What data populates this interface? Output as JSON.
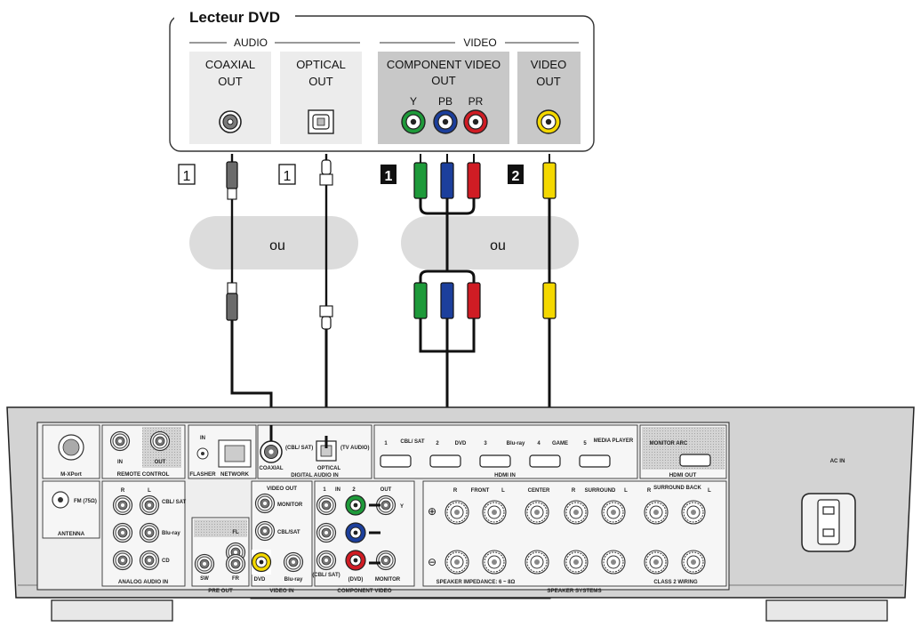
{
  "device": {
    "title": "Lecteur DVD",
    "audio_label": "AUDIO",
    "video_label": "VIDEO",
    "coaxial_line1": "COAXIAL",
    "coaxial_line2": "OUT",
    "optical_line1": "OPTICAL",
    "optical_line2": "OUT",
    "component_line1": "COMPONENT VIDEO",
    "component_line2": "OUT",
    "y_label": "Y",
    "pb_label": "PB",
    "pr_label": "PR",
    "video_line1": "VIDEO",
    "video_line2": "OUT"
  },
  "markers": {
    "coaxial": "1",
    "optical": "1",
    "component": "1",
    "composite": "2"
  },
  "or_label_1": "ou",
  "or_label_2": "ou",
  "receiver": {
    "mxport": "M-XPort",
    "remote_control": "REMOTE CONTROL",
    "remote_in": "IN",
    "remote_out": "OUT",
    "flasher": "FLASHER",
    "flasher_in": "IN",
    "network": "NETWORK",
    "digital_audio_in": "DIGITAL AUDIO IN",
    "coaxial": "COAXIAL",
    "coaxial_src": "(CBL/ SAT)",
    "optical": "OPTICAL",
    "optical_src": "(TV AUDIO)",
    "hdmi_in": "HDMI IN",
    "hdmi_1": "1",
    "hdmi_cbl": "CBL/ SAT",
    "hdmi_2": "2",
    "hdmi_dvd": "DVD",
    "hdmi_3": "3",
    "hdmi_bluray": "Blu-ray",
    "hdmi_4": "4",
    "hdmi_game": "GAME",
    "hdmi_5": "5",
    "hdmi_media": "MEDIA PLAYER",
    "hdmi_out": "HDMI OUT",
    "monitor_arc": "MONITOR ARC",
    "ac_in": "AC IN",
    "antenna": "ANTENNA",
    "fm": "FM (75Ω)",
    "analog_audio_in": "ANALOG AUDIO IN",
    "analog_r": "R",
    "analog_l": "L",
    "analog_cbl": "CBL/ SAT",
    "analog_bluray": "Blu-ray",
    "analog_cd": "CD",
    "pre_out": "PRE OUT",
    "fl": "FL",
    "sw": "SW",
    "fr": "FR",
    "video_out": "VIDEO OUT",
    "monitor": "MONITOR",
    "video_in": "VIDEO IN",
    "vin_cbl": "CBL/SAT",
    "vin_dvd": "DVD",
    "vin_bluray": "Blu-ray",
    "component_video": "COMPONENT VIDEO",
    "comp_in": "IN",
    "comp_1": "1",
    "comp_2": "2",
    "comp_out": "OUT",
    "comp_y": "Y",
    "comp_cbl": "(CBL/ SAT)",
    "comp_dvd": "(DVD)",
    "comp_monitor": "MONITOR",
    "front": "FRONT",
    "center": "CENTER",
    "surround": "SURROUND",
    "surround_back": "SURROUND BACK",
    "speaker_systems": "SPEAKER SYSTEMS",
    "impedance": "SPEAKER IMPEDANCE: 6 ~ 8Ω",
    "class2": "CLASS 2 WIRING",
    "sp_r1": "R",
    "sp_l1": "L",
    "sp_r2": "R",
    "sp_l2": "L",
    "sp_r3": "R",
    "sp_l3": "L"
  },
  "colors": {
    "green": "#1e9a3a",
    "blue": "#1c3f9c",
    "red": "#d01c24",
    "yellow": "#f4d800",
    "panel": "#c8c8c8",
    "cable": "#111111"
  }
}
